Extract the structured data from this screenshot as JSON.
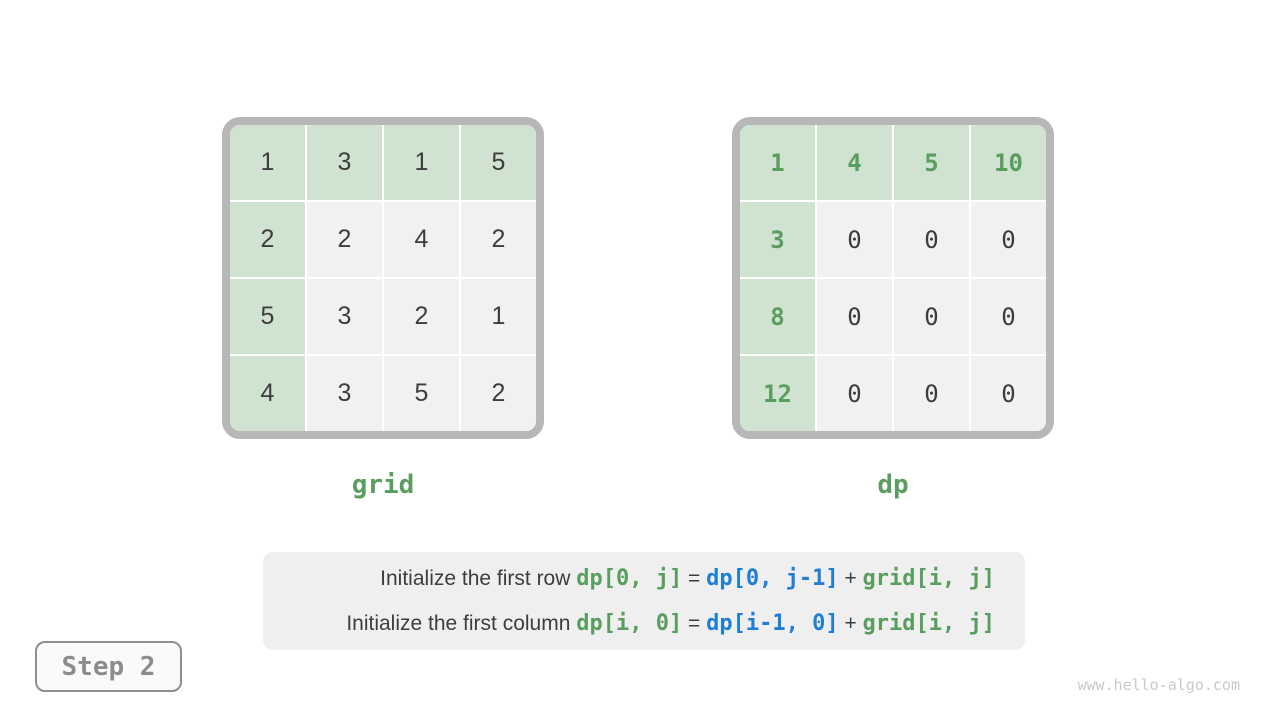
{
  "figure": {
    "topic": "dynamic programming grid initialization",
    "step_badge": {
      "label": "Step 2"
    },
    "watermark": "www.hello-algo.com"
  },
  "grids": [
    {
      "id": "grid",
      "label": "grid",
      "values": [
        [
          1,
          3,
          1,
          5
        ],
        [
          2,
          2,
          4,
          2
        ],
        [
          5,
          3,
          2,
          1
        ],
        [
          4,
          3,
          5,
          2
        ]
      ],
      "highlight": "first row and first column green background"
    },
    {
      "id": "dp",
      "label": "dp",
      "values": [
        [
          1,
          4,
          5,
          10
        ],
        [
          3,
          0,
          0,
          0
        ],
        [
          8,
          0,
          0,
          0
        ],
        [
          12,
          0,
          0,
          0
        ]
      ],
      "highlight": "first row and first column green background with green bold numbers"
    }
  ],
  "caption": {
    "lines": [
      {
        "segments": [
          {
            "text": "Initialize the first row ",
            "style": "plain"
          },
          {
            "text": "dp[0, j]",
            "style": "green"
          },
          {
            "text": " = ",
            "style": "plain"
          },
          {
            "text": "dp[0, j-1]",
            "style": "blue"
          },
          {
            "text": " + ",
            "style": "plain"
          },
          {
            "text": "grid[i, j]",
            "style": "green"
          }
        ]
      },
      {
        "segments": [
          {
            "text": "Initialize the first column ",
            "style": "plain"
          },
          {
            "text": "dp[i, 0]",
            "style": "green"
          },
          {
            "text": " = ",
            "style": "plain"
          },
          {
            "text": "dp[i-1, 0]",
            "style": "blue"
          },
          {
            "text": " + ",
            "style": "plain"
          },
          {
            "text": "grid[i, j]",
            "style": "green"
          }
        ]
      }
    ]
  },
  "colors": {
    "green_bg": "#cfe3d0",
    "cell_bg": "#f1f1f2",
    "outer_border": "#b7b7b7",
    "green_text": "#5a9e5f",
    "blue_text": "#1f7fd4",
    "dark_text": "#3d3d3d",
    "caption_bg": "#efefef",
    "step_border": "#8f8f8f",
    "step_text": "#8c8c8c",
    "watermark_text": "#c9c9c9"
  }
}
